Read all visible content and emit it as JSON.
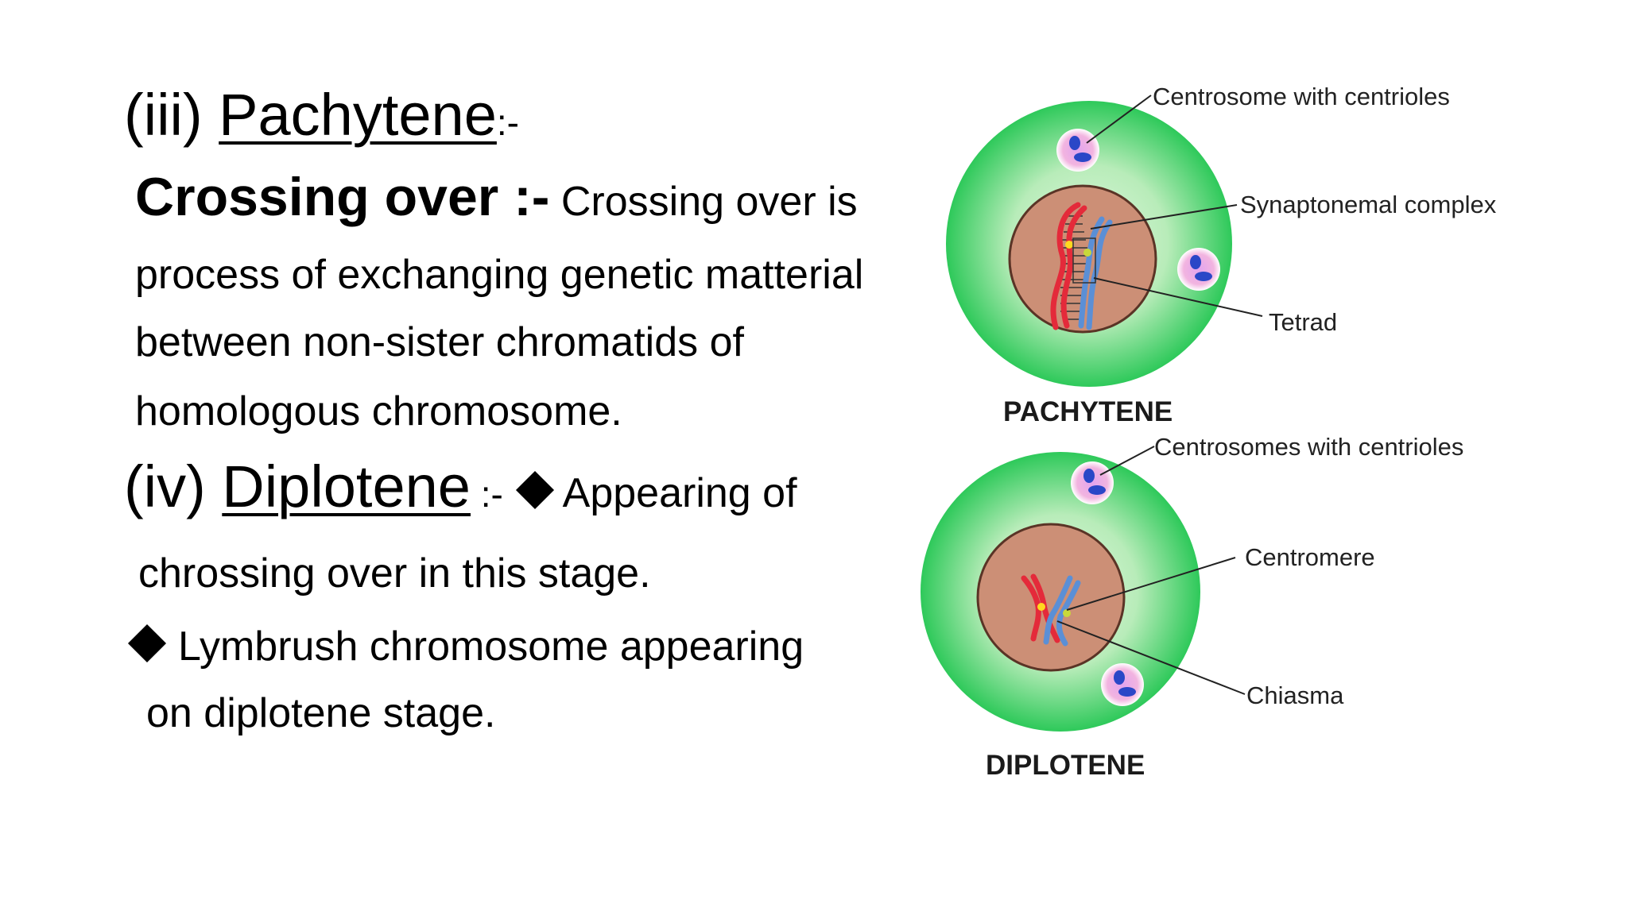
{
  "left": {
    "pachytene": {
      "prefix": "(iii) ",
      "title": "Pachytene",
      "sep": ":-"
    },
    "crossing": {
      "lead": "Crossing over :-",
      "line1_rest": " Crossing over is",
      "line2": "process of exchanging genetic matterial",
      "line3": "between non-sister chromatids of",
      "line4": "homologous chromosome."
    },
    "diplotene": {
      "prefix": "(iv) ",
      "title": "Diplotene",
      "sep": " :- ",
      "bullet1_first": "Appearing of",
      "bullet1_second": "chrossing over in this stage.",
      "bullet2_first": "Lymbrush chromosome appearing",
      "bullet2_second": "on diplotene stage."
    }
  },
  "figure": {
    "pachytene": {
      "label": "PACHYTENE",
      "callout_centrosome": "Centrosome with centrioles",
      "callout_synaptonemal": "Synaptonemal complex",
      "callout_tetrad": "Tetrad"
    },
    "diplotene": {
      "label": "DIPLOTENE",
      "callout_centrosomes": "Centrosomes with centrioles",
      "callout_centromere": "Centromere",
      "callout_chiasma": "Chiasma"
    },
    "colors": {
      "cell_outer": "#2ec95a",
      "cell_inner": "#b6ecb8",
      "nucleus": "#cc8f76",
      "chromosome_red": "#e42a3a",
      "chromosome_blue": "#5b8fd6",
      "centriole_blue": "#2a47c7",
      "centrosome_pink": "#f49ad6"
    }
  }
}
